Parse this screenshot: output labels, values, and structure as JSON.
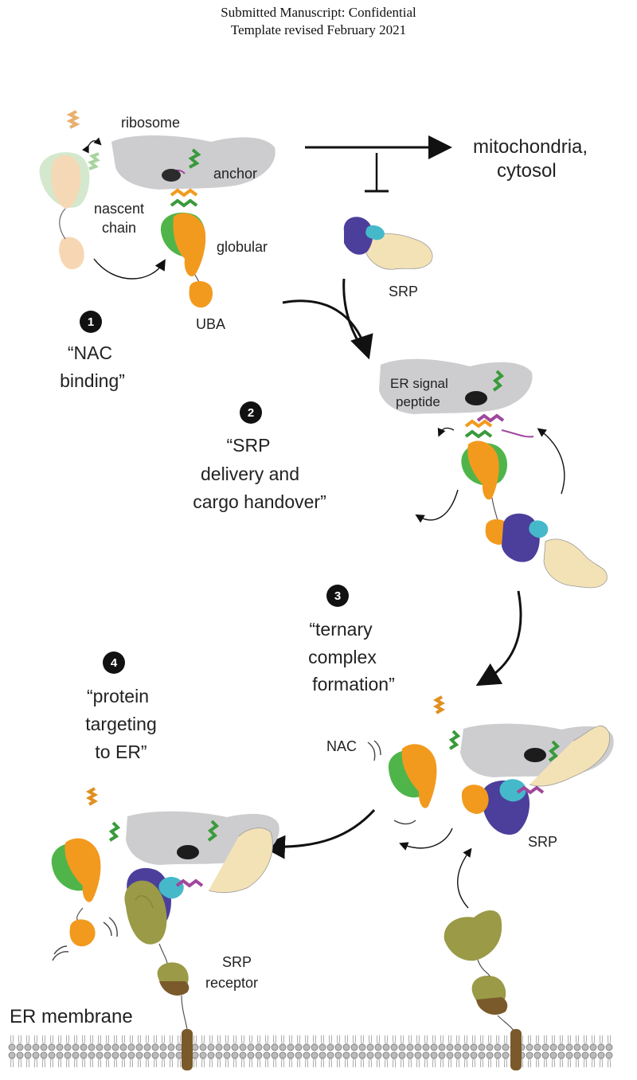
{
  "header": {
    "line1": "Submitted Manuscript: Confidential",
    "line2": "Template revised February 2021"
  },
  "labels": {
    "ribosome": "ribosome",
    "anchor": "anchor",
    "nascent_1": "nascent",
    "nascent_2": "chain",
    "globular": "globular",
    "uba": "UBA",
    "srp_top": "SRP",
    "mito_1": "mitochondria,",
    "mito_2": "cytosol",
    "er_signal_1": "ER signal",
    "er_signal_2": "peptide",
    "nac": "NAC",
    "srp_ternary": "SRP",
    "srp_receptor_1": "SRP",
    "srp_receptor_2": "receptor",
    "er_membrane": "ER membrane"
  },
  "steps": [
    {
      "number": "1",
      "line1": "“NAC",
      "line2": "binding”",
      "line3": ""
    },
    {
      "number": "2",
      "line1": "“SRP",
      "line2": "delivery and",
      "line3": "cargo handover”"
    },
    {
      "number": "3",
      "line1": "“ternary",
      "line2": "complex",
      "line3": "formation”"
    },
    {
      "number": "4",
      "line1": "“protein",
      "line2": "targeting",
      "line3": "to ER”"
    }
  ],
  "colors": {
    "ribosome": "#cdcdcf",
    "nac_alpha": "#f29a1e",
    "nac_beta": "#4fb54a",
    "helix_green": "#3a9a3c",
    "signal_peptide": "#a0479b",
    "srp_core": "#4b3f9b",
    "srp_cyan": "#45b9c9",
    "srp_rna": "#f3e2b6",
    "receptor_olive": "#9a9a47",
    "receptor_brown": "#7a5a2a",
    "membrane": "#9a9a9a"
  }
}
